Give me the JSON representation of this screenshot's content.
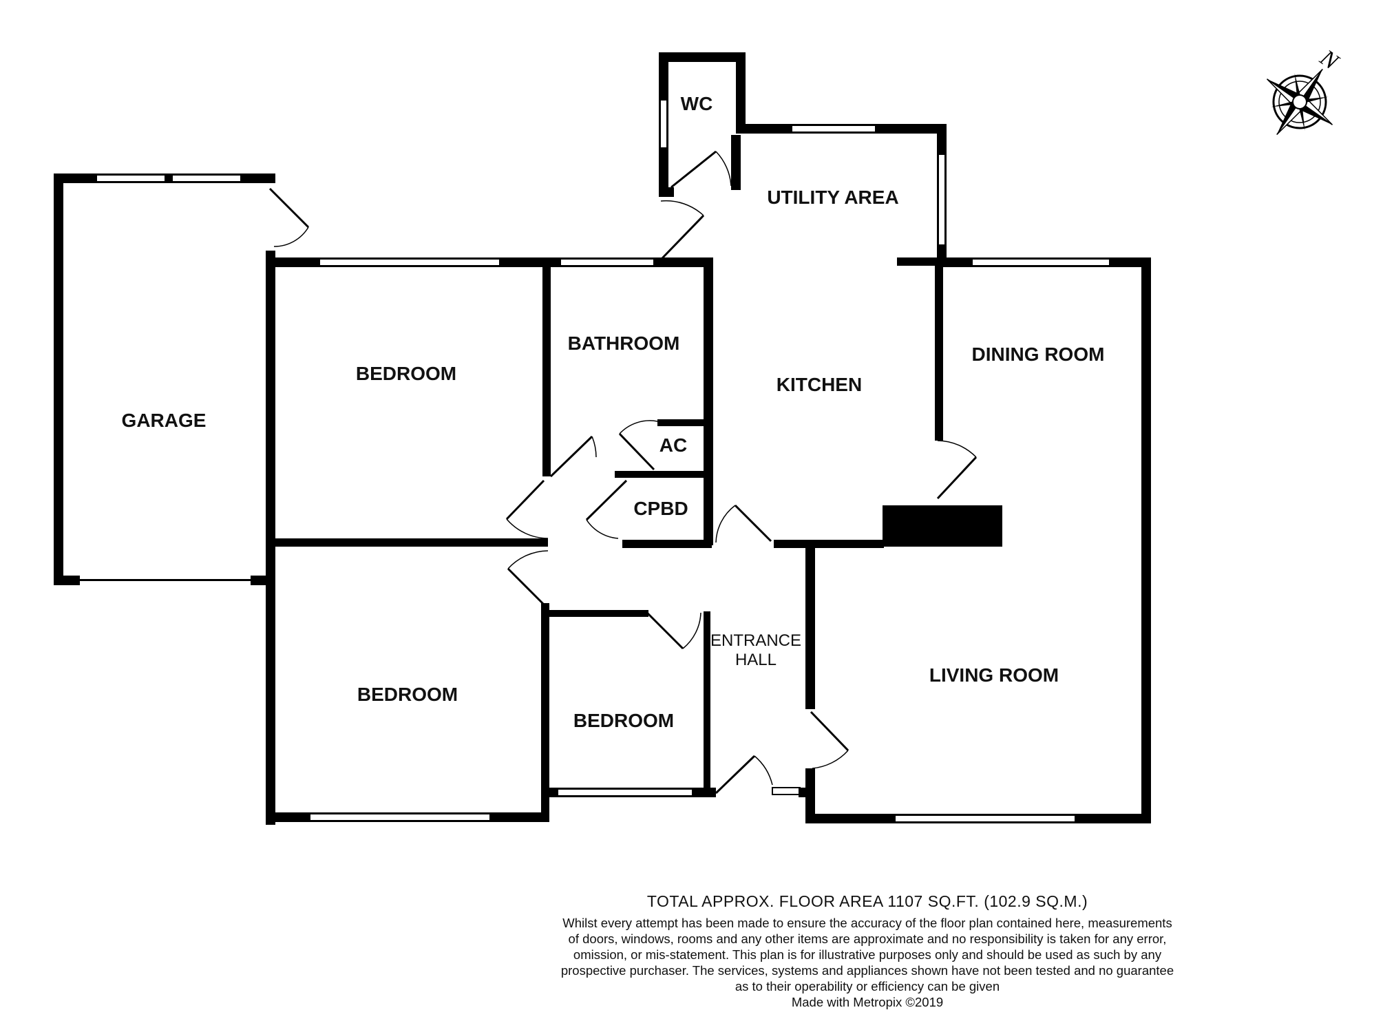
{
  "rooms": {
    "wc": "WC",
    "utility": "UTILITY AREA",
    "garage": "GARAGE",
    "bedroom_1": "BEDROOM",
    "bathroom": "BATHROOM",
    "kitchen": "KITCHEN",
    "dining": "DINING ROOM",
    "ac": "AC",
    "cpbd": "CPBD",
    "entrance_line1": "ENTRANCE",
    "entrance_line2": "HALL",
    "bedroom_2": "BEDROOM",
    "bedroom_3": "BEDROOM",
    "living": "LIVING ROOM"
  },
  "compass": {
    "label": "N",
    "icon": "compass-rose-icon"
  },
  "footer": {
    "total": "TOTAL APPROX. FLOOR AREA 1107 SQ.FT. (102.9 SQ.M.)",
    "disclaimer": [
      "Whilst every attempt has been made to ensure the accuracy of the floor plan contained here, measurements",
      "of doors, windows, rooms and any other items are approximate and no responsibility is taken for any error,",
      "omission, or mis-statement. This plan is for illustrative purposes only and should be used as such by any",
      "prospective purchaser. The services, systems and appliances shown have not been tested and no guarantee",
      "as to their operability or efficiency can be given"
    ],
    "made_with": "Made with Metropix ©2019"
  }
}
